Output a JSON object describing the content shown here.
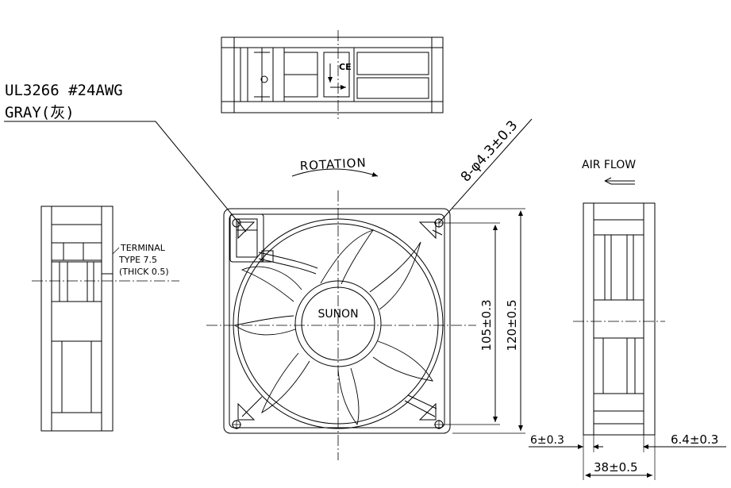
{
  "cable": {
    "line1": "UL3266  #24AWG",
    "line2": "GRAY(灰)"
  },
  "rotation_label": "ROTATION",
  "airflow_label": "AIR FLOW",
  "hole_spec": "8-φ4.3±0.3",
  "terminal": {
    "line1": "TERMINAL",
    "line2": "TYPE 7.5",
    "line3": "(THICK 0.5)"
  },
  "hub_label": "SUNON",
  "dimensions": {
    "hole_pitch": "105±0.3",
    "frame_size": "120±0.5",
    "left_flange": "6±0.3",
    "right_flange": "6.4±0.3",
    "depth": "38±0.5"
  }
}
